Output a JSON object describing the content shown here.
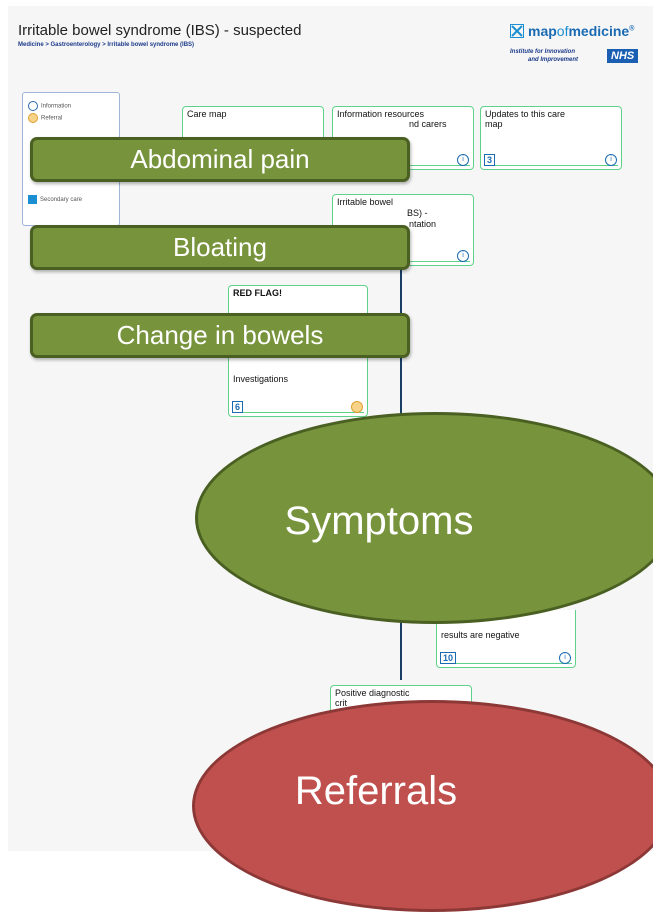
{
  "page": {
    "title": "Irritable bowel syndrome (IBS) - suspected",
    "breadcrumb": "Medicine > Gastroenterology > Irritable bowel syndrome (IBS)"
  },
  "logo": {
    "brand_prefix": "map",
    "brand_of": "of",
    "brand_suffix": "medicine",
    "trademark": "®",
    "subtitle_line1": "Institute for Innovation",
    "subtitle_line2": "and Improvement",
    "nhs": "NHS",
    "brand_color": "#1b6bb3"
  },
  "legend": {
    "items": [
      {
        "label": "Information",
        "icon": "info-icon"
      },
      {
        "label": "Referral",
        "icon": "referral-icon"
      },
      {
        "label": "Secondary care",
        "icon": "secondary-care-square"
      }
    ]
  },
  "nodes": {
    "care_map": {
      "label": "Care map"
    },
    "info_resources": {
      "label_line1": "Information resources",
      "label_line2": "nd carers"
    },
    "updates": {
      "label_line1": "Updates to this care",
      "label_line2": "map",
      "number": "3"
    },
    "ibs_presentation": {
      "label_line1": "Irritable bowel",
      "label_line2": "BS) -",
      "label_line3": "ntation"
    },
    "red_flag": {
      "label": "RED FLAG!"
    },
    "investigations": {
      "label": "Investigations",
      "number": "6"
    },
    "results_negative": {
      "label": "results are negative",
      "number": "10"
    },
    "positive_criteria": {
      "label_line1": "Positive diagnostic",
      "label_line2": "crit"
    }
  },
  "overlays": {
    "pills": [
      "Abdominal pain",
      "Bloating",
      "Change in bowels"
    ],
    "symptoms": "Symptoms",
    "referrals": "Referrals"
  },
  "colors": {
    "green_fill": "#77933c",
    "green_border": "#4a5f22",
    "red_fill": "#c0504d",
    "node_border": "#5fd28a",
    "connector": "#1a3f66"
  }
}
